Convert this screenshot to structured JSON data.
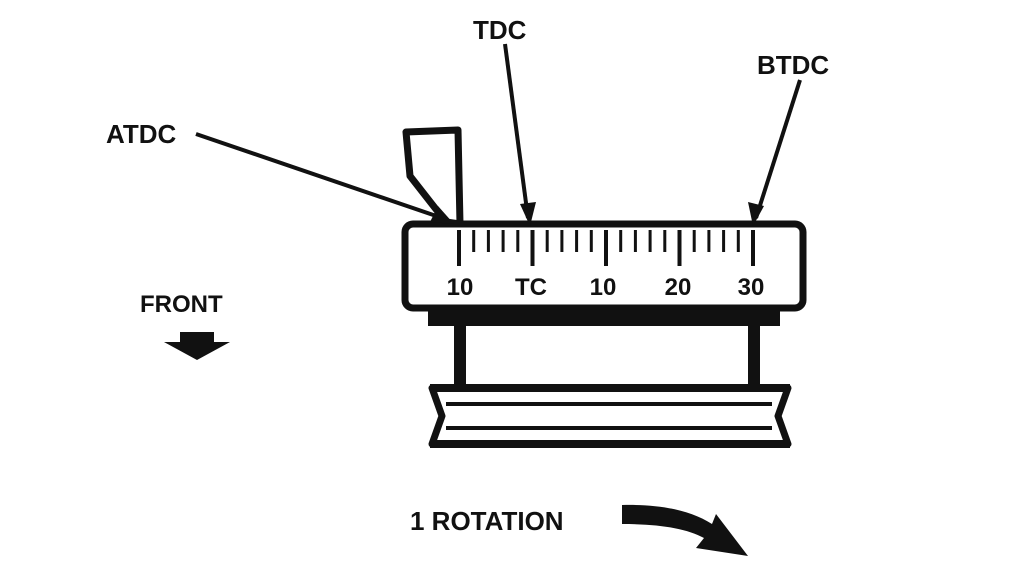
{
  "labels": {
    "atdc": "ATDC",
    "tdc": "TDC",
    "btdc": "BTDC",
    "front": "FRONT",
    "rotation": "1 ROTATION"
  },
  "scale": {
    "numbers": [
      "10",
      "TC",
      "10",
      "20",
      "30"
    ]
  },
  "colors": {
    "ink": "#111111",
    "paper": "#ffffff"
  }
}
